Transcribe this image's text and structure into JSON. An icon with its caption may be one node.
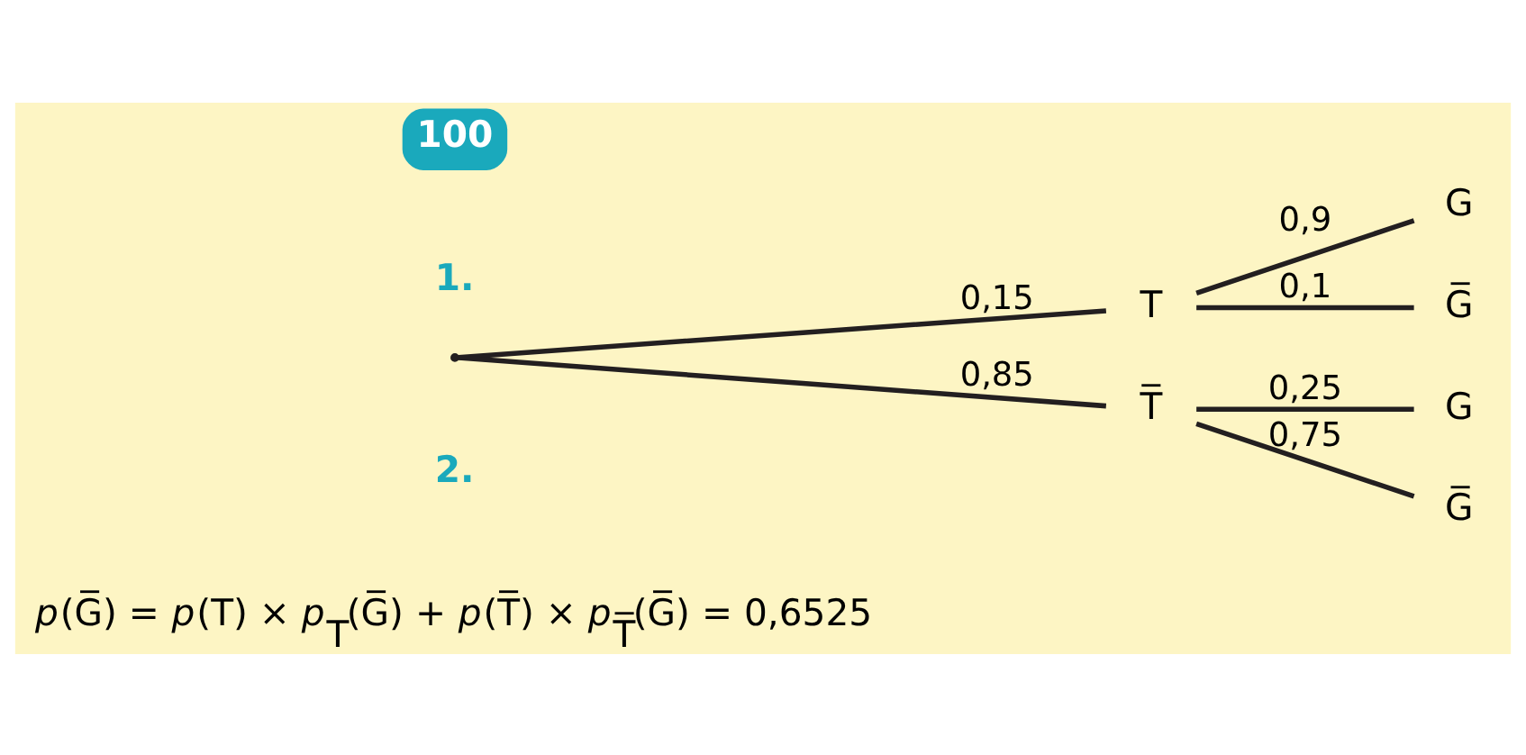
{
  "diagram": {
    "nodes": [
      {
        "text": [],
        "shape": "point"
      },
      {
        "text": [
          "T"
        ]
      },
      {
        "text": [
          "T̅"
        ]
      },
      {
        "text": [
          "G"
        ]
      },
      {
        "text": [
          "G̅"
        ]
      },
      {
        "text": [
          "G"
        ]
      },
      {
        "text": [
          "G̅"
        ]
      }
    ],
    "edges": [
      {
        "from": 0,
        "to": 1,
        "arrow": "none",
        "label": "0,15"
      },
      {
        "from": 0,
        "to": 2,
        "arrow": "none",
        "label": "0,85"
      },
      {
        "from": 1,
        "to": 3,
        "arrow": "none",
        "label": "0,9"
      },
      {
        "from": 1,
        "to": 4,
        "arrow": "none",
        "label": "0,1"
      },
      {
        "from": 2,
        "to": 5,
        "arrow": "none",
        "label": "0,25"
      },
      {
        "from": 2,
        "to": 6,
        "arrow": "none",
        "label": "0,75"
      }
    ],
    "labels": [
      "100",
      "1.",
      "2.",
      "*p*(G̅) = *p*(T) × *p*$_{T}$(G̅) + *p*(T̅) × *p*$_{T̅}$(G̅) = 0,6525"
    ]
  }
}
